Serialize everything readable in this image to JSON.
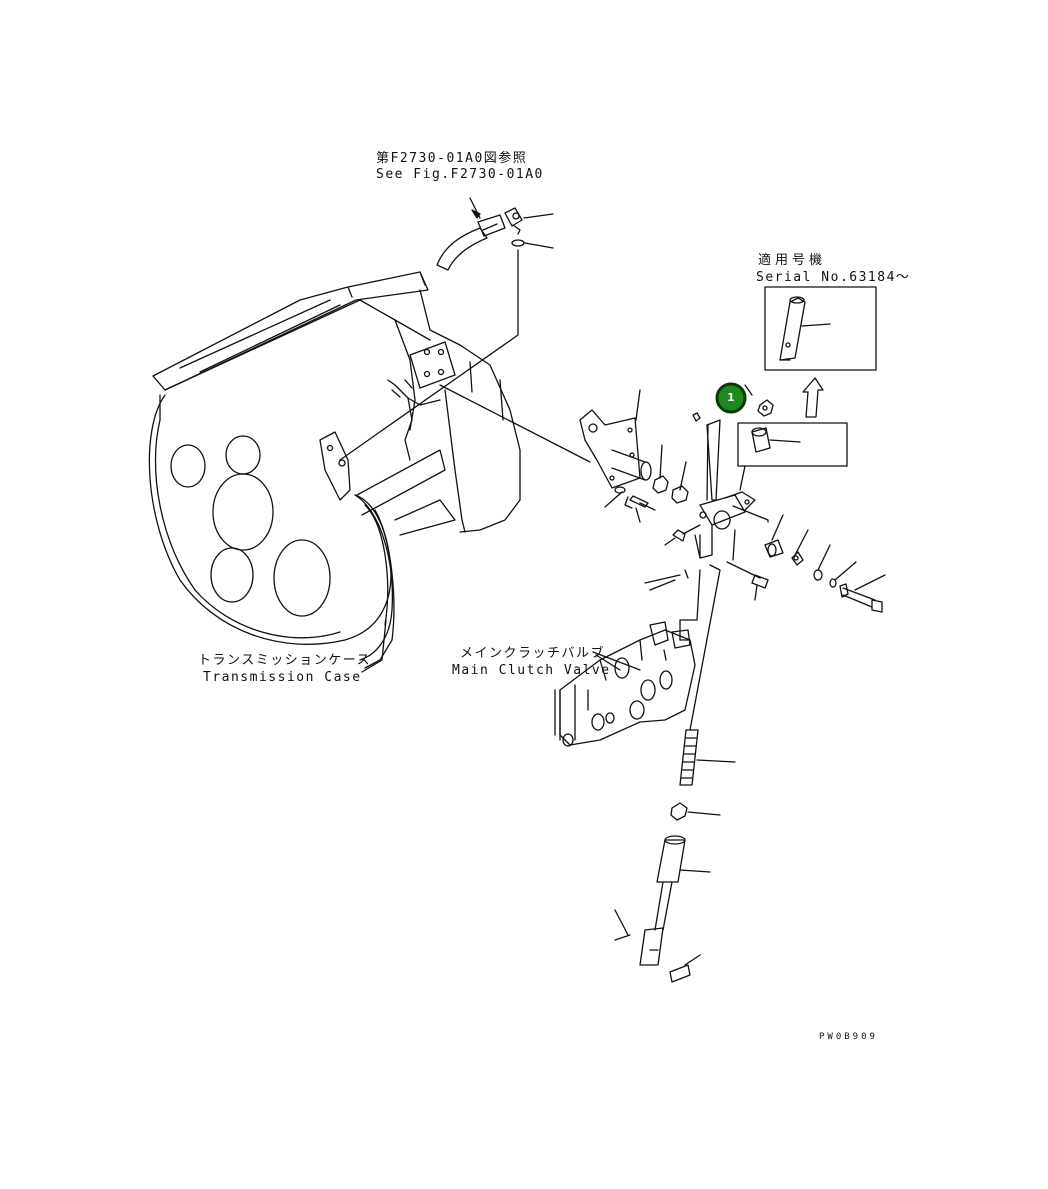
{
  "labels": {
    "ref_fig_jp": "第F2730-01A0図参照",
    "ref_fig_en": "See Fig.F2730-01A0",
    "serial_jp": "適用号機",
    "serial_en": "Serial No.63184～",
    "valve_jp": "メインクラッチバルブ",
    "valve_en": "Main Clutch Valve",
    "case_jp": "トランスミッションケース",
    "case_en": "Transmission Case",
    "drawing_code": "PW0B909"
  },
  "callout": {
    "number": "1",
    "color": "#1e8a1e",
    "ring_color": "#0a3a0a"
  },
  "colors": {
    "line": "#111111",
    "background": "#ffffff"
  }
}
